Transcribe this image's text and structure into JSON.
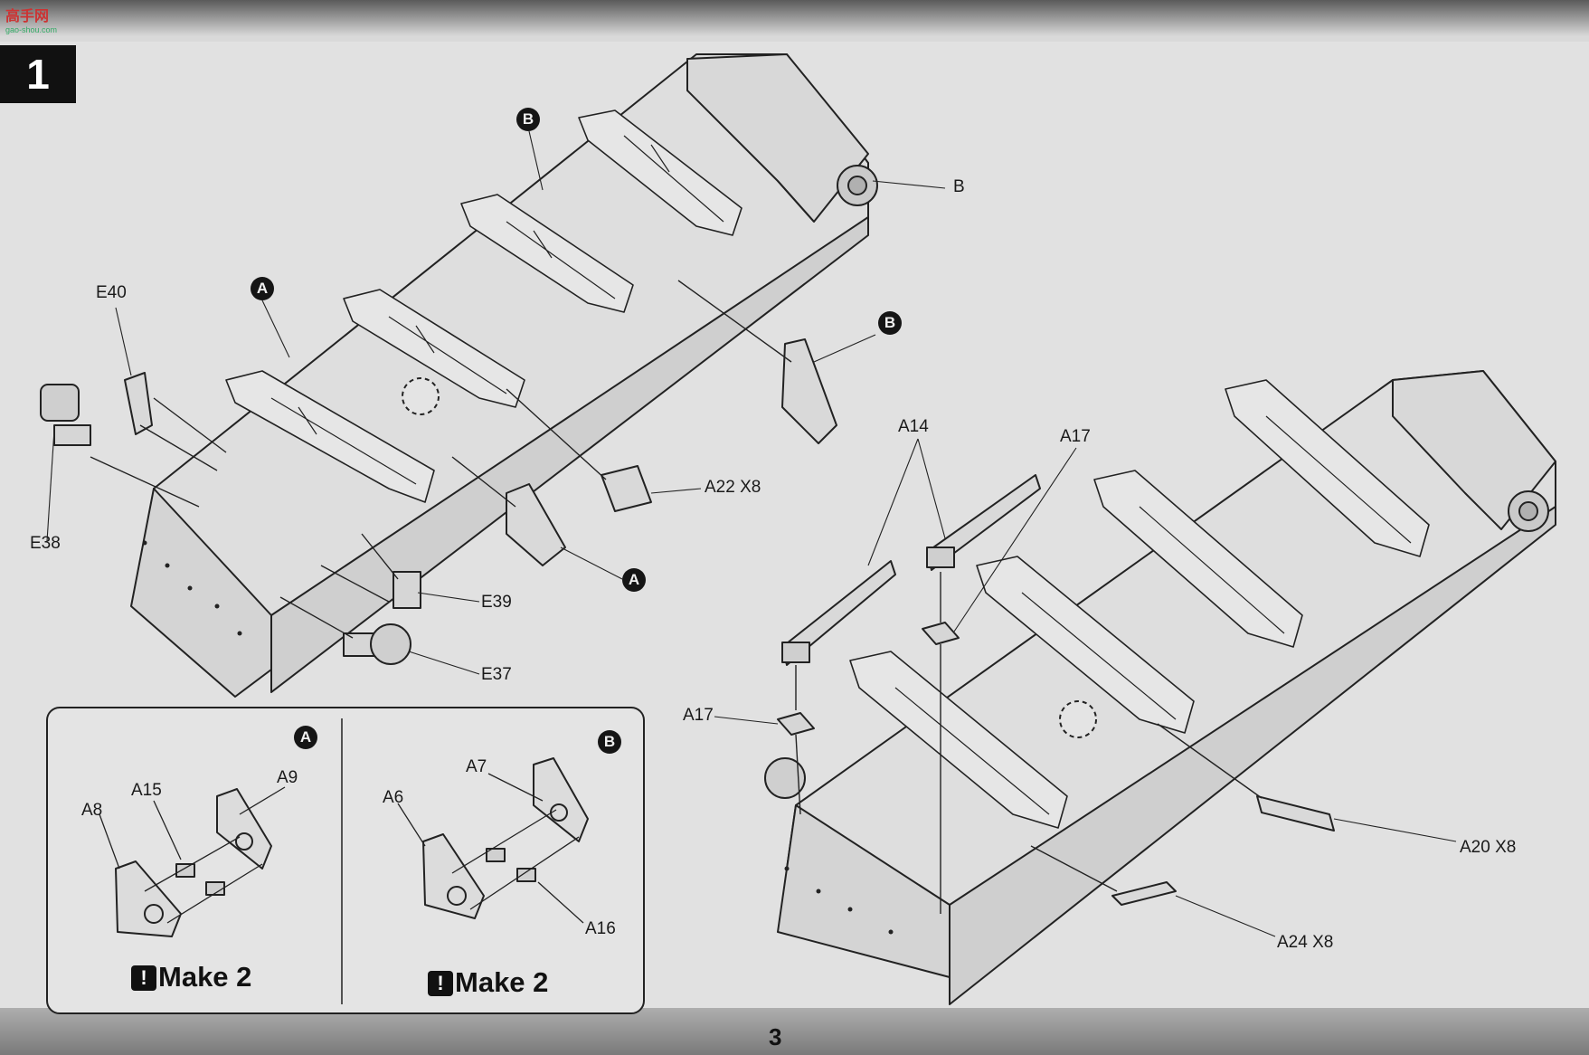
{
  "watermark": {
    "text": "高手网",
    "sub": "gao-shou.com"
  },
  "step": {
    "number": "1"
  },
  "labels": {
    "E40": "E40",
    "E38": "E38",
    "E39": "E39",
    "E37": "E37",
    "B_main": "B",
    "A22": "A22 X8",
    "A14": "A14",
    "A17_top": "A17",
    "A17_left": "A17",
    "A20": "A20 X8",
    "A24": "A24 X8"
  },
  "callouts": {
    "A_left": "A",
    "B_top": "B",
    "B_mid": "B",
    "A_mid": "A"
  },
  "inset_a": {
    "badge": "A",
    "parts": {
      "A8": "A8",
      "A15": "A15",
      "A9": "A9"
    },
    "note": "Make 2",
    "warn": "!"
  },
  "inset_b": {
    "badge": "B",
    "parts": {
      "A6": "A6",
      "A7": "A7",
      "A16": "A16"
    },
    "note": "Make 2",
    "warn": "!"
  },
  "page": {
    "number": "3"
  }
}
